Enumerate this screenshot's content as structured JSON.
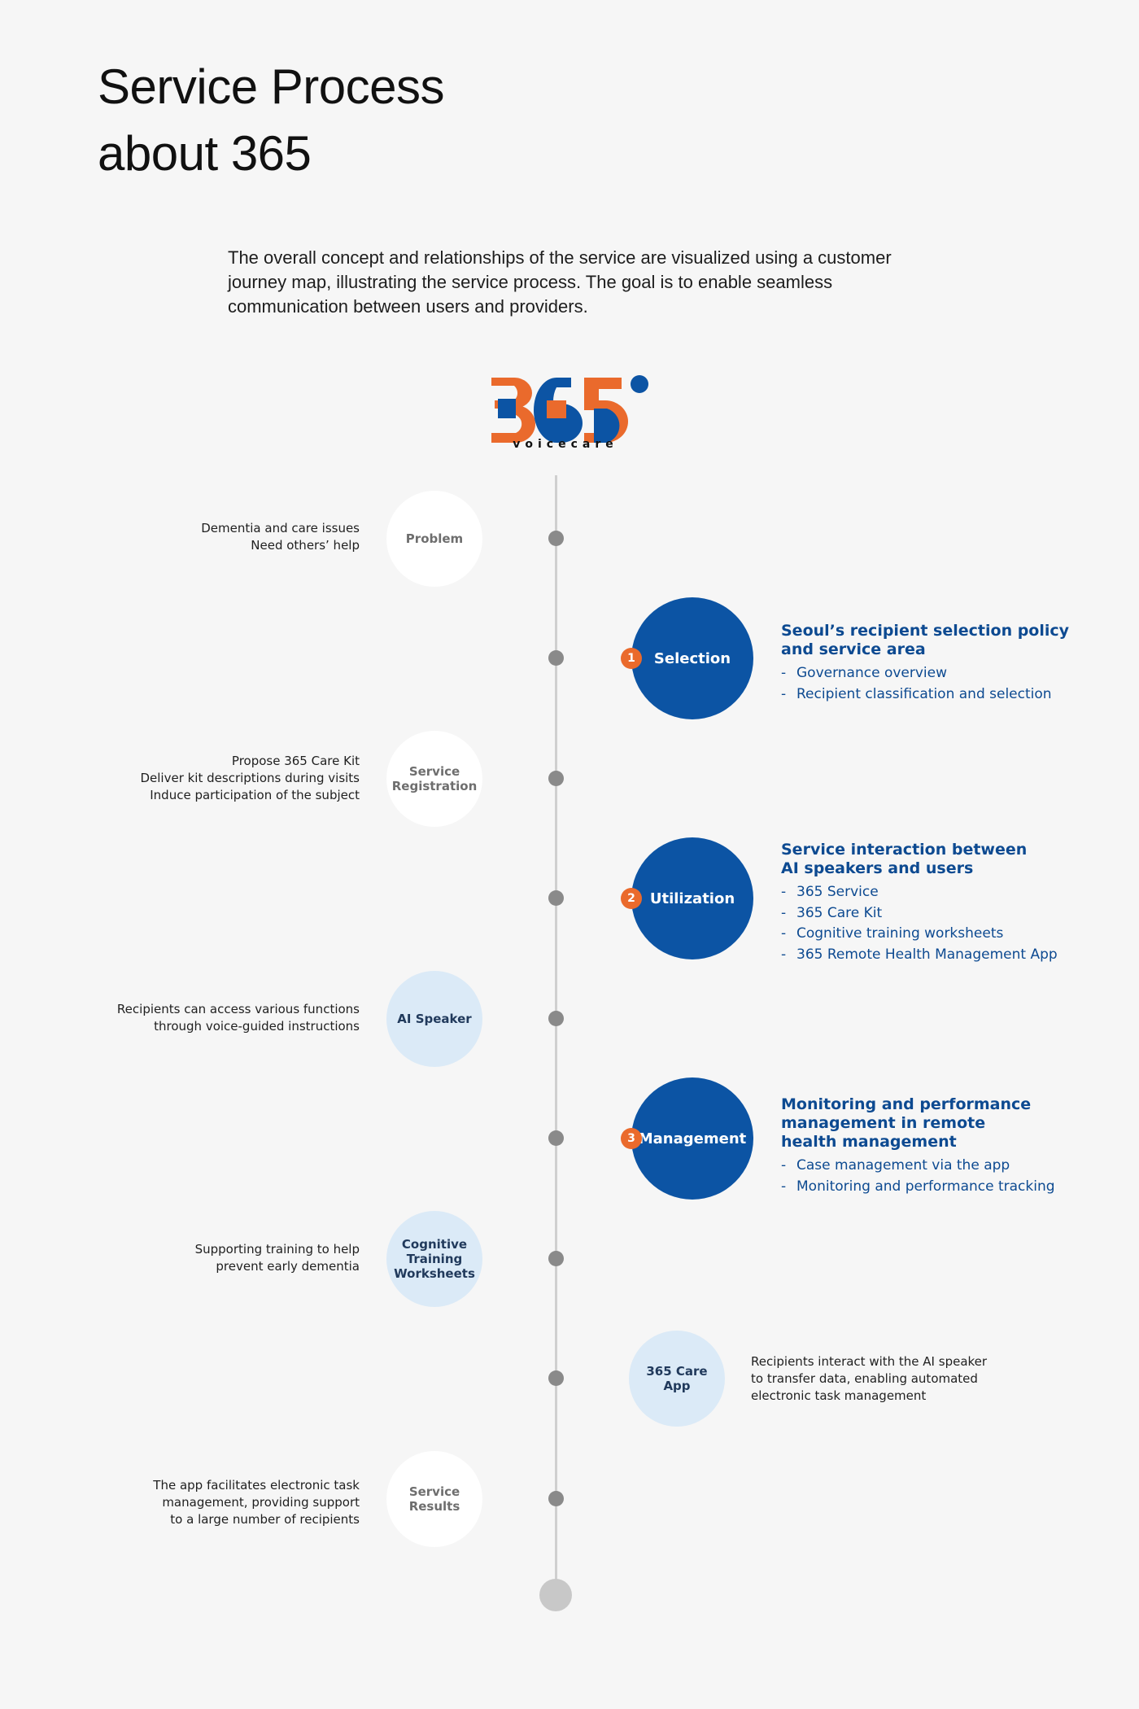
{
  "title_line1": "Service Process",
  "title_line2": "about 365",
  "intro": "The overall concept and relationships of the service are visualized using a customer journey map, illustrating the service process. The goal is to enable seamless communication between users and providers.",
  "logo": {
    "text": "365",
    "wordmark": "voicecare",
    "brand_orange": "#ea6a2c",
    "brand_blue": "#0c54a4"
  },
  "steps": {
    "problem": {
      "label": "Problem",
      "note_line1": "Dementia and care issues",
      "note_line2": "Need others’ help"
    },
    "selection": {
      "label": "Selection",
      "badge": "1",
      "heading_line1": "Seoul’s recipient selection policy",
      "heading_line2": "and service area",
      "items": [
        "Governance overview",
        "Recipient classification and selection"
      ]
    },
    "registration": {
      "label_line1": "Service",
      "label_line2": "Registration",
      "note_line1": "Propose 365 Care Kit",
      "note_line2": "Deliver kit descriptions during visits",
      "note_line3": "Induce participation of the subject"
    },
    "utilization": {
      "label": "Utilization",
      "badge": "2",
      "heading_line1": "Service interaction between",
      "heading_line2": "AI speakers and users",
      "items": [
        "365 Service",
        "365 Care Kit",
        "Cognitive training worksheets",
        "365 Remote Health Management App"
      ]
    },
    "ai_speaker": {
      "label": "AI Speaker",
      "note_line1": "Recipients can access various functions",
      "note_line2": "through voice-guided instructions"
    },
    "management": {
      "label": "Management",
      "badge": "3",
      "heading_line1": "Monitoring and performance",
      "heading_line2": "management in remote",
      "heading_line3": "health management",
      "items": [
        "Case management via the app",
        "Monitoring and performance tracking"
      ]
    },
    "worksheets": {
      "label_line1": "Cognitive",
      "label_line2": "Training",
      "label_line3": "Worksheets",
      "note_line1": "Supporting training to help",
      "note_line2": "prevent early dementia"
    },
    "care_app": {
      "label_line1": "365 Care",
      "label_line2": "App",
      "note_line1": "Recipients interact with the AI speaker",
      "note_line2": "to transfer data, enabling automated",
      "note_line3": "electronic task management"
    },
    "results": {
      "label_line1": "Service",
      "label_line2": "Results",
      "note_line1": "The app facilitates electronic task",
      "note_line2": "management, providing support",
      "note_line3": "to a large number of recipients"
    }
  },
  "dash": "-"
}
